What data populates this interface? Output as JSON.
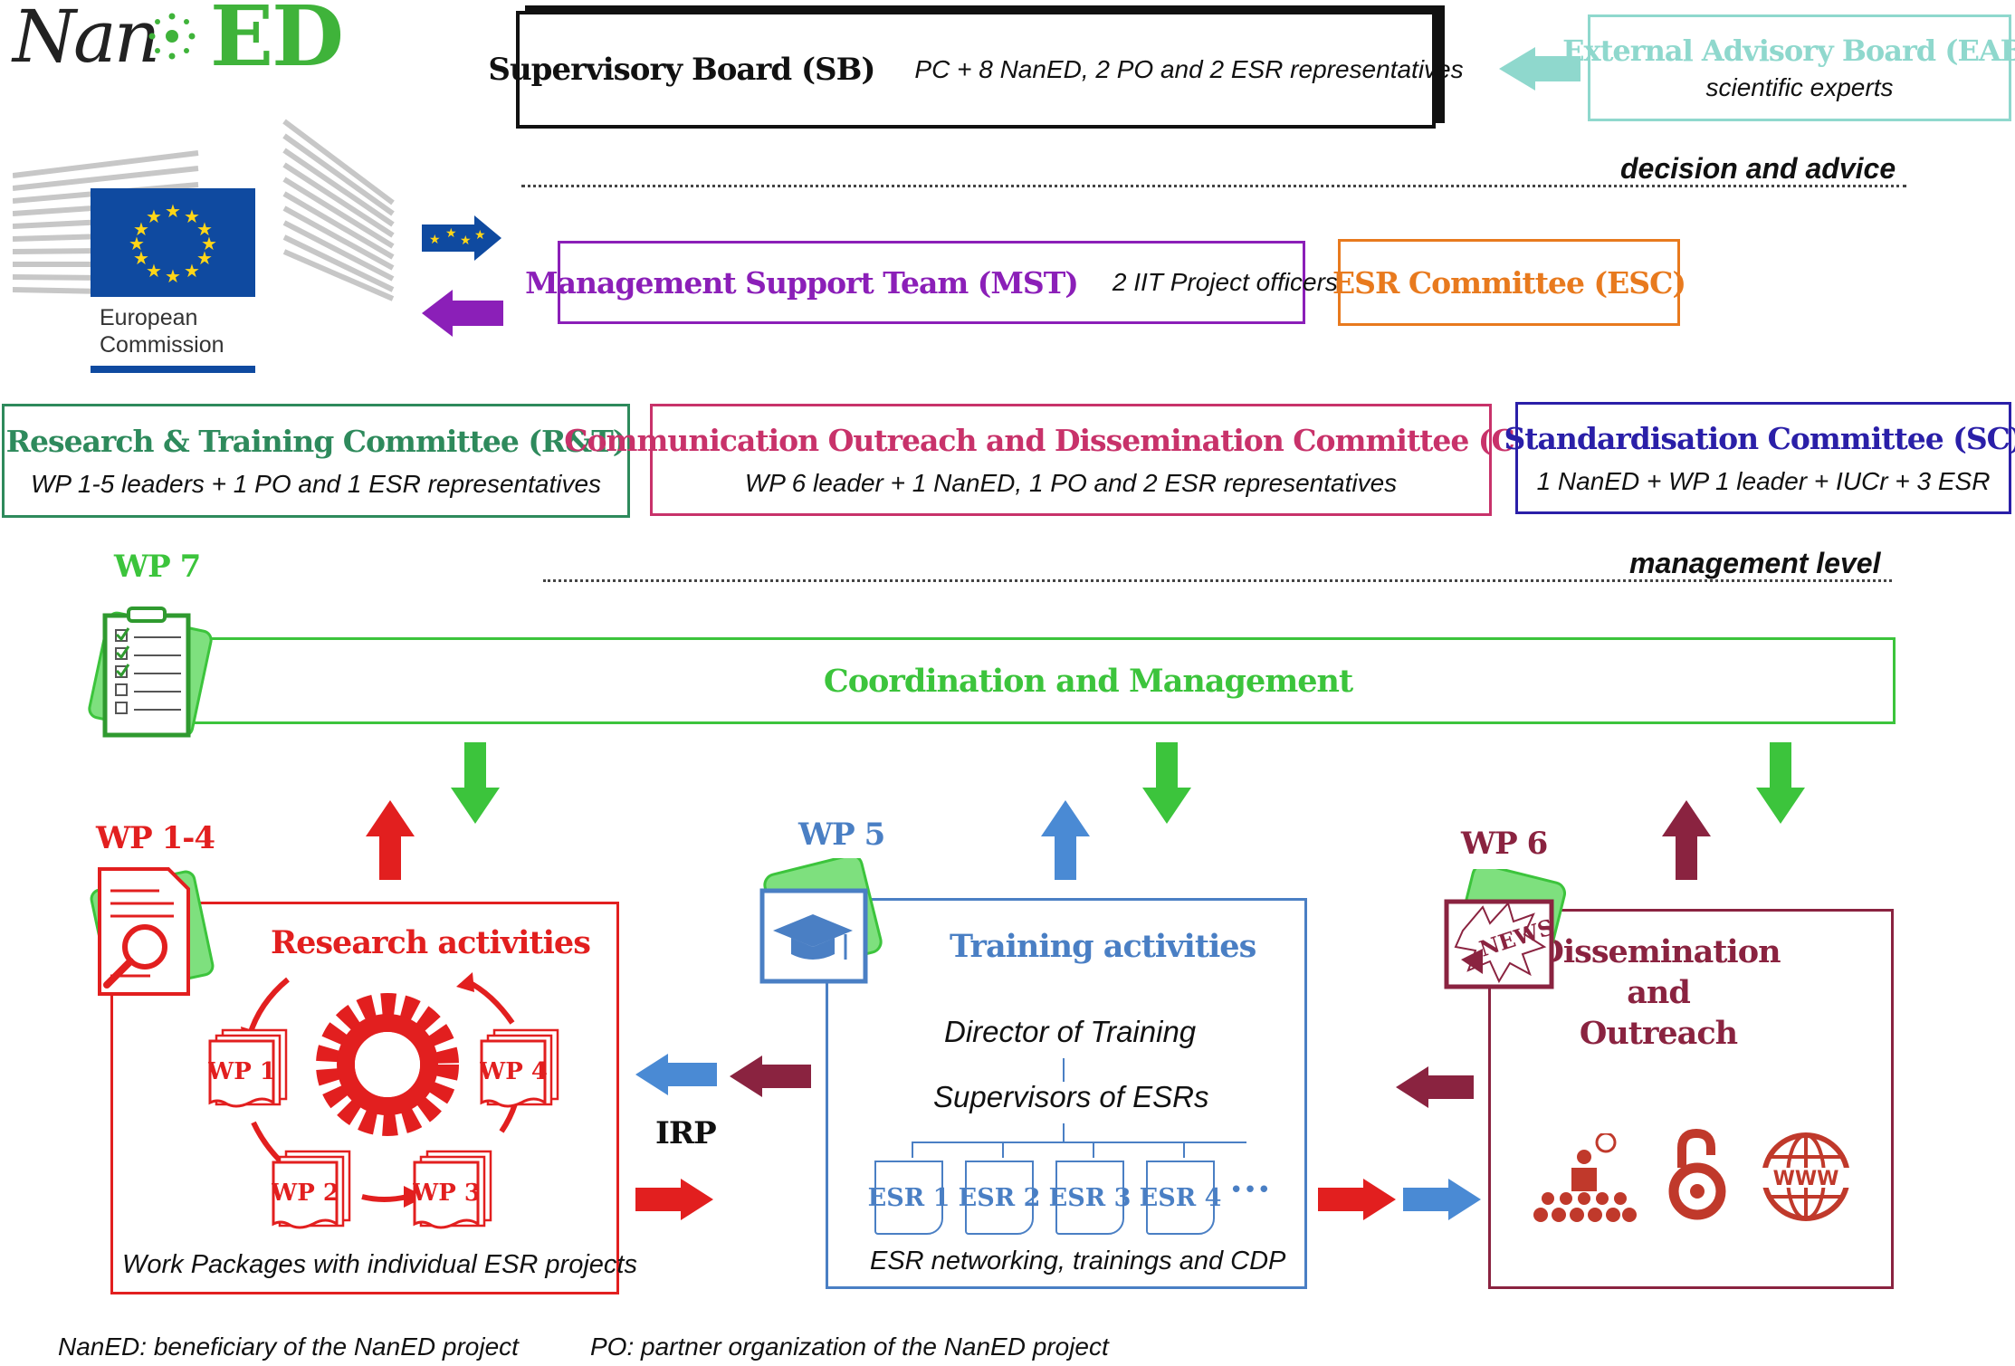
{
  "logo": {
    "text_a": "Nan",
    "text_b": "ED",
    "color_a": "#222222",
    "color_b": "#3fb33a"
  },
  "ec": {
    "line1": "European",
    "line2": "Commission",
    "flag_blue": "#0f4aa0",
    "star_color": "#ffd617"
  },
  "sb": {
    "title": "Supervisory Board (SB)",
    "desc": "PC + 8 NanED, 2 PO and 2 ESR representatives"
  },
  "eab": {
    "title": "External Advisory Board (EAB)",
    "desc": "scientific experts",
    "color": "#8fd8cd"
  },
  "levels": {
    "decision": "decision and advice",
    "management": "management level"
  },
  "mst": {
    "title": "Management Support Team (MST)",
    "desc": "2 IIT Project officers",
    "color": "#8b1fb8"
  },
  "esc": {
    "title": "ESR Committee (ESC)",
    "color": "#e87a1e"
  },
  "rt": {
    "title": "Research & Training Committee (R&T)",
    "desc": "WP 1-5 leaders + 1 PO and 1 ESR representatives",
    "color": "#2e8a5c"
  },
  "cod": {
    "title": "Communication Outreach and Dissemination Committee (COD)",
    "desc": "WP 6 leader + 1 NanED, 1 PO and 2 ESR representatives",
    "color": "#c8326a"
  },
  "sc": {
    "title": "Standardisation Committee (SC)",
    "desc": "1 NanED + WP 1 leader + IUCr + 3 ESR",
    "color": "#2a1fa8"
  },
  "wp7": {
    "label": "WP 7",
    "title": "Coordination and Management",
    "color": "#3cc43c"
  },
  "research": {
    "label": "WP 1-4",
    "title": "Research activities",
    "caption": "Work Packages with individual ESR projects",
    "color": "#e21f1f",
    "wps": [
      "WP 1",
      "WP 2",
      "WP 3",
      "WP 4"
    ]
  },
  "training": {
    "label": "WP 5",
    "title": "Training activities",
    "director": "Director of Training",
    "supervisors": "Supervisors of ESRs",
    "esrs": [
      "ESR 1",
      "ESR 2",
      "ESR 3",
      "ESR 4"
    ],
    "more": "•••",
    "caption": "ESR networking, trainings and CDP",
    "color": "#4a7fc4"
  },
  "irp": {
    "label": "IRP"
  },
  "dissem": {
    "label": "WP 6",
    "title1": "Dissemination",
    "title2": "and",
    "title3": "Outreach",
    "news": "NEWS",
    "www": "WWW",
    "color": "#8a2340"
  },
  "footer": {
    "left": "NanED: beneficiary of the NanED project",
    "right": "PO: partner organization of the NanED project"
  },
  "colors": {
    "arrow_green": "#3cc43c",
    "arrow_red": "#e21f1f",
    "arrow_blue": "#4a8ad4",
    "arrow_maroon": "#8a2340",
    "icon_bg": "#7ee07e"
  }
}
